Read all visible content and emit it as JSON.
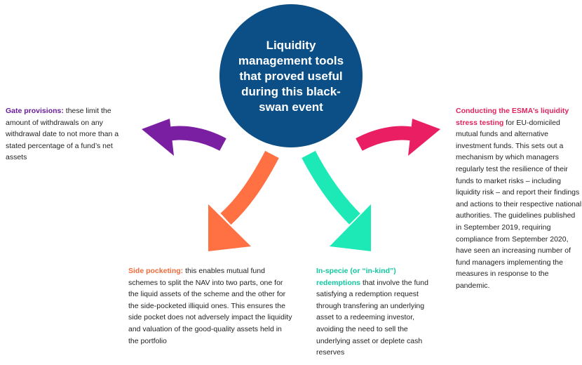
{
  "center": {
    "title": "Liquidity management tools that proved useful during this black-swan event",
    "color": "#0b4f86"
  },
  "tools": {
    "gate": {
      "heading": "Gate provisions:",
      "body": "these limit the amount of withdrawals on any withdrawal date to not more than a stated percentage of a fund’s net assets",
      "color": "#7b1fa2"
    },
    "side_pocketing": {
      "heading": "Side pocketing:",
      "body": "this enables mutual fund schemes to split the NAV into two parts, one for the liquid assets of the scheme and the other for the side-pocketed illiquid ones. This ensures the side pocket does not adversely impact the liquidity and valuation of the good-quality assets held in the portfolio",
      "color": "#ff7043"
    },
    "in_specie": {
      "heading": "In-specie (or “in-kind”) redemptions",
      "body": "that involve the fund satisfying a redemption request through transfering an underlying asset to a redeeming investor, avoiding the need to sell the underlying asset or deplete cash reserves",
      "color": "#1de9b6"
    },
    "esma": {
      "heading": "Conducting the ESMA’s liquidity stress testing",
      "body": "for EU-domiciled mutual funds and alternative investment funds. This sets out a mechanism by which managers regularly test the resilience of their funds to market risks – including liquidity risk – and report their findings and actions to their respective national authorities. The guidelines published in September 2019, requiring compliance from September 2020, have seen an increasing number of fund managers implementing the measures in response to the pandemic.",
      "color": "#e91e63"
    }
  }
}
